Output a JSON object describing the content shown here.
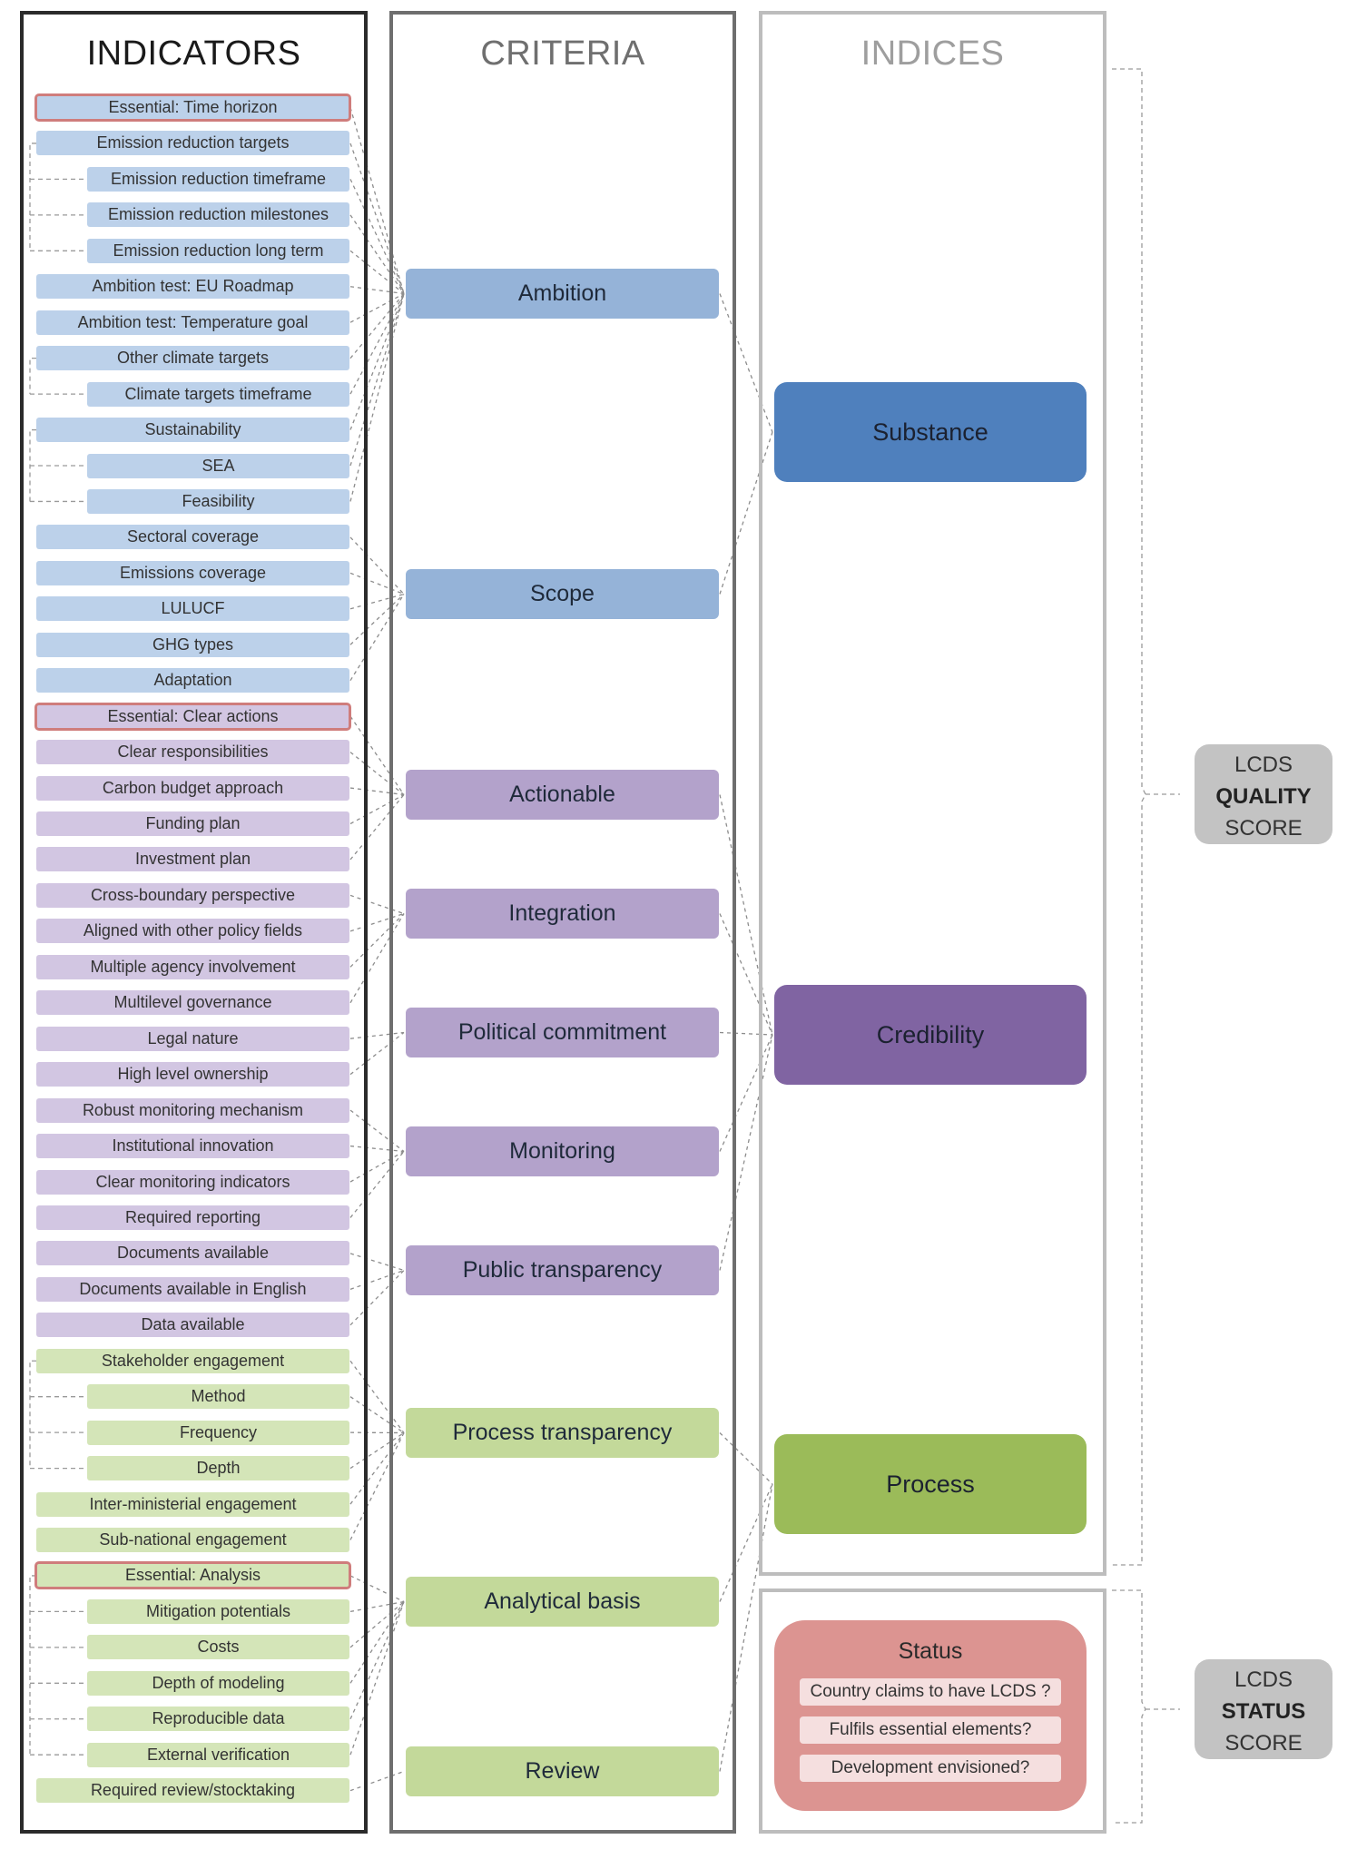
{
  "headers": {
    "indicators": "INDICATORS",
    "criteria": "CRITERIA",
    "indices": "INDICES"
  },
  "colors": {
    "blue_indicator": "#bcd1ea",
    "purple_indicator": "#d2c6e2",
    "green_indicator": "#d4e5b8",
    "essential_outline": "#cf7d7c",
    "substance": "#4f80bd",
    "credibility": "#8064a2",
    "process": "#9bbb59",
    "status": "#dc9491",
    "score_box": "#c3c3c3"
  },
  "indicators": [
    {
      "label": "Essential: Time horizon",
      "group": "blue",
      "essential": true,
      "sub": false,
      "criterion": 0
    },
    {
      "label": "Emission reduction targets",
      "group": "blue",
      "essential": false,
      "sub": false,
      "criterion": 0
    },
    {
      "label": "Emission reduction timeframe",
      "group": "blue",
      "essential": false,
      "sub": true,
      "criterion": 0
    },
    {
      "label": "Emission reduction milestones",
      "group": "blue",
      "essential": false,
      "sub": true,
      "criterion": 0
    },
    {
      "label": "Emission reduction long term",
      "group": "blue",
      "essential": false,
      "sub": true,
      "criterion": 0
    },
    {
      "label": "Ambition test: EU Roadmap",
      "group": "blue",
      "essential": false,
      "sub": false,
      "criterion": 0
    },
    {
      "label": "Ambition test: Temperature goal",
      "group": "blue",
      "essential": false,
      "sub": false,
      "criterion": 0
    },
    {
      "label": "Other climate targets",
      "group": "blue",
      "essential": false,
      "sub": false,
      "criterion": 0
    },
    {
      "label": "Climate targets timeframe",
      "group": "blue",
      "essential": false,
      "sub": true,
      "criterion": 0
    },
    {
      "label": "Sustainability",
      "group": "blue",
      "essential": false,
      "sub": false,
      "criterion": 0
    },
    {
      "label": "SEA",
      "group": "blue",
      "essential": false,
      "sub": true,
      "criterion": 0
    },
    {
      "label": "Feasibility",
      "group": "blue",
      "essential": false,
      "sub": true,
      "criterion": 0
    },
    {
      "label": "Sectoral coverage",
      "group": "blue",
      "essential": false,
      "sub": false,
      "criterion": 1
    },
    {
      "label": "Emissions coverage",
      "group": "blue",
      "essential": false,
      "sub": false,
      "criterion": 1
    },
    {
      "label": "LULUCF",
      "group": "blue",
      "essential": false,
      "sub": false,
      "criterion": 1
    },
    {
      "label": "GHG types",
      "group": "blue",
      "essential": false,
      "sub": false,
      "criterion": 1
    },
    {
      "label": "Adaptation",
      "group": "blue",
      "essential": false,
      "sub": false,
      "criterion": 1
    },
    {
      "label": "Essential: Clear actions",
      "group": "purple",
      "essential": true,
      "sub": false,
      "criterion": 2
    },
    {
      "label": "Clear responsibilities",
      "group": "purple",
      "essential": false,
      "sub": false,
      "criterion": 2
    },
    {
      "label": "Carbon budget approach",
      "group": "purple",
      "essential": false,
      "sub": false,
      "criterion": 2
    },
    {
      "label": "Funding plan",
      "group": "purple",
      "essential": false,
      "sub": false,
      "criterion": 2
    },
    {
      "label": "Investment plan",
      "group": "purple",
      "essential": false,
      "sub": false,
      "criterion": 2
    },
    {
      "label": "Cross-boundary perspective",
      "group": "purple",
      "essential": false,
      "sub": false,
      "criterion": 3
    },
    {
      "label": "Aligned with other policy fields",
      "group": "purple",
      "essential": false,
      "sub": false,
      "criterion": 3
    },
    {
      "label": "Multiple agency involvement",
      "group": "purple",
      "essential": false,
      "sub": false,
      "criterion": 3
    },
    {
      "label": "Multilevel governance",
      "group": "purple",
      "essential": false,
      "sub": false,
      "criterion": 3
    },
    {
      "label": "Legal nature",
      "group": "purple",
      "essential": false,
      "sub": false,
      "criterion": 4
    },
    {
      "label": "High level ownership",
      "group": "purple",
      "essential": false,
      "sub": false,
      "criterion": 4
    },
    {
      "label": "Robust monitoring mechanism",
      "group": "purple",
      "essential": false,
      "sub": false,
      "criterion": 5
    },
    {
      "label": "Institutional innovation",
      "group": "purple",
      "essential": false,
      "sub": false,
      "criterion": 5
    },
    {
      "label": "Clear monitoring indicators",
      "group": "purple",
      "essential": false,
      "sub": false,
      "criterion": 5
    },
    {
      "label": "Required reporting",
      "group": "purple",
      "essential": false,
      "sub": false,
      "criterion": 5
    },
    {
      "label": "Documents available",
      "group": "purple",
      "essential": false,
      "sub": false,
      "criterion": 6
    },
    {
      "label": "Documents available in English",
      "group": "purple",
      "essential": false,
      "sub": false,
      "criterion": 6
    },
    {
      "label": "Data available",
      "group": "purple",
      "essential": false,
      "sub": false,
      "criterion": 6
    },
    {
      "label": "Stakeholder engagement",
      "group": "green",
      "essential": false,
      "sub": false,
      "criterion": 7
    },
    {
      "label": "Method",
      "group": "green",
      "essential": false,
      "sub": true,
      "criterion": 7
    },
    {
      "label": "Frequency",
      "group": "green",
      "essential": false,
      "sub": true,
      "criterion": 7
    },
    {
      "label": "Depth",
      "group": "green",
      "essential": false,
      "sub": true,
      "criterion": 7
    },
    {
      "label": "Inter-ministerial engagement",
      "group": "green",
      "essential": false,
      "sub": false,
      "criterion": 7
    },
    {
      "label": "Sub-national engagement",
      "group": "green",
      "essential": false,
      "sub": false,
      "criterion": 7
    },
    {
      "label": "Essential: Analysis",
      "group": "green",
      "essential": true,
      "sub": false,
      "criterion": 8
    },
    {
      "label": "Mitigation potentials",
      "group": "green",
      "essential": false,
      "sub": true,
      "criterion": 8
    },
    {
      "label": "Costs",
      "group": "green",
      "essential": false,
      "sub": true,
      "criterion": 8
    },
    {
      "label": "Depth of modeling",
      "group": "green",
      "essential": false,
      "sub": true,
      "criterion": 8
    },
    {
      "label": "Reproducible data",
      "group": "green",
      "essential": false,
      "sub": true,
      "criterion": 8
    },
    {
      "label": "External verification",
      "group": "green",
      "essential": false,
      "sub": true,
      "criterion": 8
    },
    {
      "label": "Required review/stocktaking",
      "group": "green",
      "essential": false,
      "sub": false,
      "criterion": 9
    }
  ],
  "bracket_groups": [
    [
      1,
      4
    ],
    [
      7,
      8
    ],
    [
      9,
      11
    ],
    [
      35,
      38
    ],
    [
      41,
      46
    ]
  ],
  "criteria": [
    {
      "label": "Ambition",
      "group": "blue",
      "index": 0
    },
    {
      "label": "Scope",
      "group": "blue",
      "index": 0
    },
    {
      "label": "Actionable",
      "group": "purple",
      "index": 1
    },
    {
      "label": "Integration",
      "group": "purple",
      "index": 1
    },
    {
      "label": "Political commitment",
      "group": "purple",
      "index": 1
    },
    {
      "label": "Monitoring",
      "group": "purple",
      "index": 1
    },
    {
      "label": "Public transparency",
      "group": "purple",
      "index": 1
    },
    {
      "label": "Process transparency",
      "group": "green",
      "index": 2
    },
    {
      "label": "Analytical basis",
      "group": "green",
      "index": 2
    },
    {
      "label": "Review",
      "group": "green",
      "index": 2
    }
  ],
  "indices": [
    {
      "label": "Substance",
      "color": "#4f80bd"
    },
    {
      "label": "Credibility",
      "color": "#8064a2"
    },
    {
      "label": "Process",
      "color": "#9bbb59"
    }
  ],
  "status": {
    "title": "Status",
    "questions": [
      "Country claims to have LCDS ?",
      "Fulfils essential elements?",
      "Development envisioned?"
    ]
  },
  "quality_score": {
    "line1": "LCDS",
    "line2": "QUALITY",
    "line3": "SCORE"
  },
  "status_score": {
    "line1": "LCDS",
    "line2": "STATUS",
    "line3": "SCORE"
  }
}
